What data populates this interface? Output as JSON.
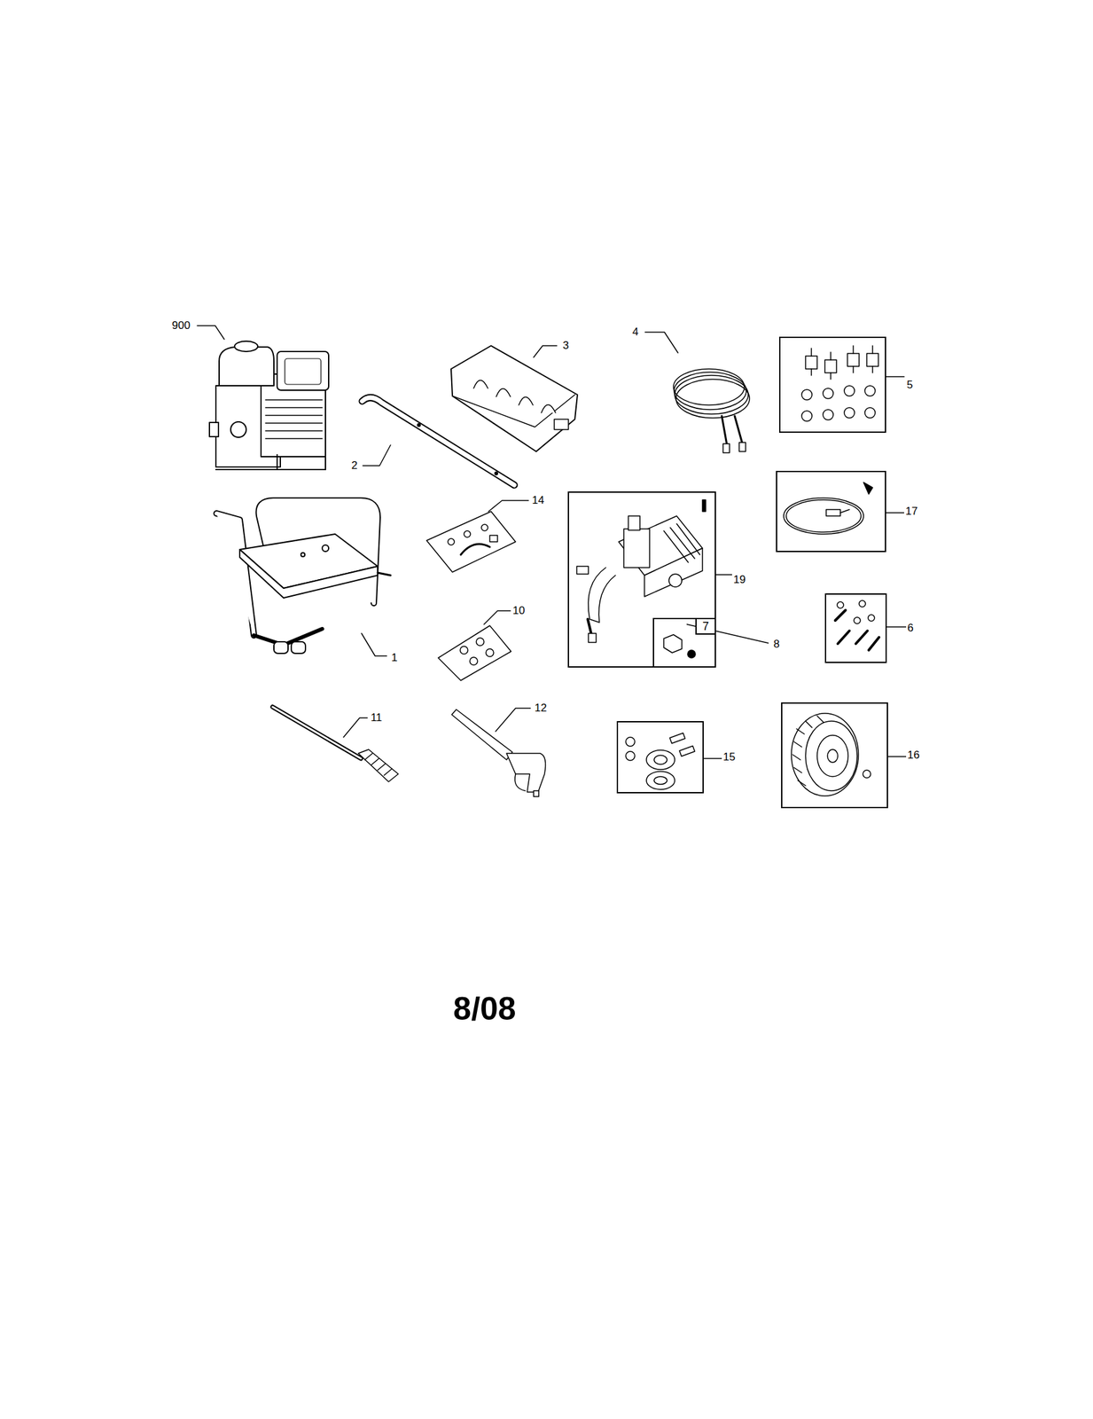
{
  "diagram": {
    "nodes": [
      {
        "text": [
          "5"
        ]
      },
      {
        "text": [
          "17"
        ]
      },
      {
        "text": [
          "19"
        ]
      },
      {
        "text": [
          "7"
        ],
        "in": 2
      },
      {
        "text": [
          "6"
        ]
      },
      {
        "text": [
          "15"
        ]
      },
      {
        "text": [
          "16"
        ]
      }
    ],
    "labels": [
      "900",
      "3",
      "4",
      "2",
      "14",
      "1",
      "10",
      "8",
      "11",
      "12",
      "8/08"
    ]
  }
}
